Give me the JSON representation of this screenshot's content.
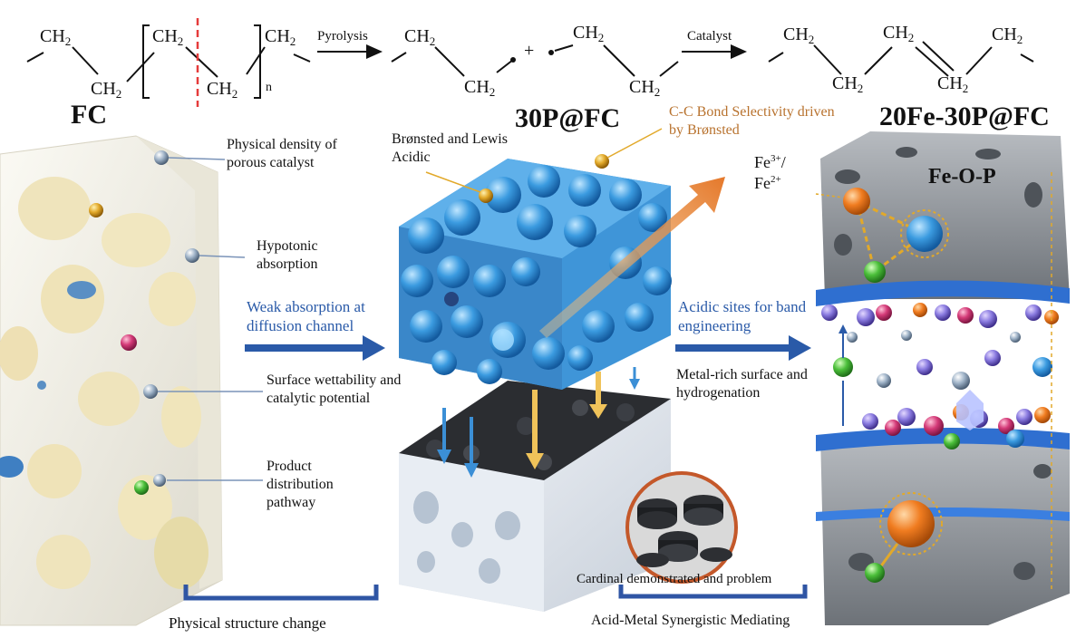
{
  "reaction": {
    "ch2": "CH",
    "sub2": "2",
    "n": "n",
    "pyrolysis": "Pyrolysis",
    "plus": "+",
    "catalyst": "Catalyst"
  },
  "panels": {
    "fc": "FC",
    "p30": "30P@FC",
    "fe": "20Fe-30P@FC",
    "feop": "Fe-O-P"
  },
  "left_labels": [
    "Physical density of porous catalyst",
    "Hypotonic absorption",
    "Surface wettability and catalytic potential",
    "Product distribution pathway"
  ],
  "middle_labels": {
    "bronsted_lewis": "Brønsted and Lewis Acidic",
    "cc_selectivity": "C-C Bond Selectivity driven by Brønsted",
    "weak_absorption": "Weak absorption at diffusion channel",
    "metal_rich": "Metal-rich surface and hydrogenation",
    "cardinal": "Cardinal demonstrated and problem"
  },
  "right_labels": {
    "fe_ions_a": "Fe",
    "fe_sup_a": "3+",
    "fe_slash": "/",
    "fe_ions_b": "Fe",
    "fe_sup_b": "2+",
    "acidic_sites": "Acidic sites for band engineering"
  },
  "bottom_labels": {
    "physical": "Physical structure change",
    "synergy": "Acid-Metal Synergistic Mediating"
  },
  "colors": {
    "blue_arrow": "#2a5aa8",
    "orange_arrow": "#e29a4a",
    "bracket": "#2f55a4",
    "blue_catalyst": "#3f95d8",
    "grey_stone": "#8b9096"
  }
}
